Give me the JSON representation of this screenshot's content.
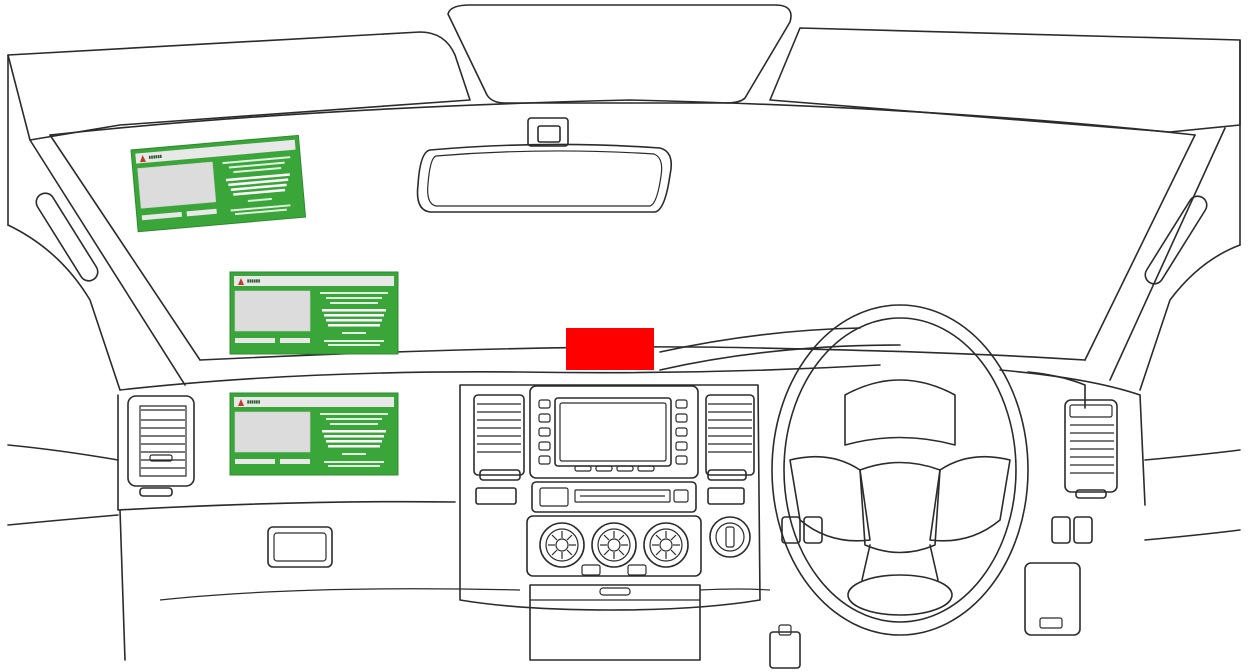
{
  "diagram": {
    "subject": "vehicle-dashboard-windscreen-interior",
    "colors": {
      "permit_green": "#3aa63a",
      "permit_panel": "#e6e6e6",
      "marker_red": "#ff0000",
      "line": "#2b2b2b",
      "background": "#ffffff"
    },
    "permits": [
      {
        "id": "permit-1",
        "rotation_deg": -5
      },
      {
        "id": "permit-2",
        "rotation_deg": 0
      },
      {
        "id": "permit-3",
        "rotation_deg": 0
      }
    ],
    "marker": {
      "shape": "rectangle",
      "color": "#ff0000"
    }
  }
}
